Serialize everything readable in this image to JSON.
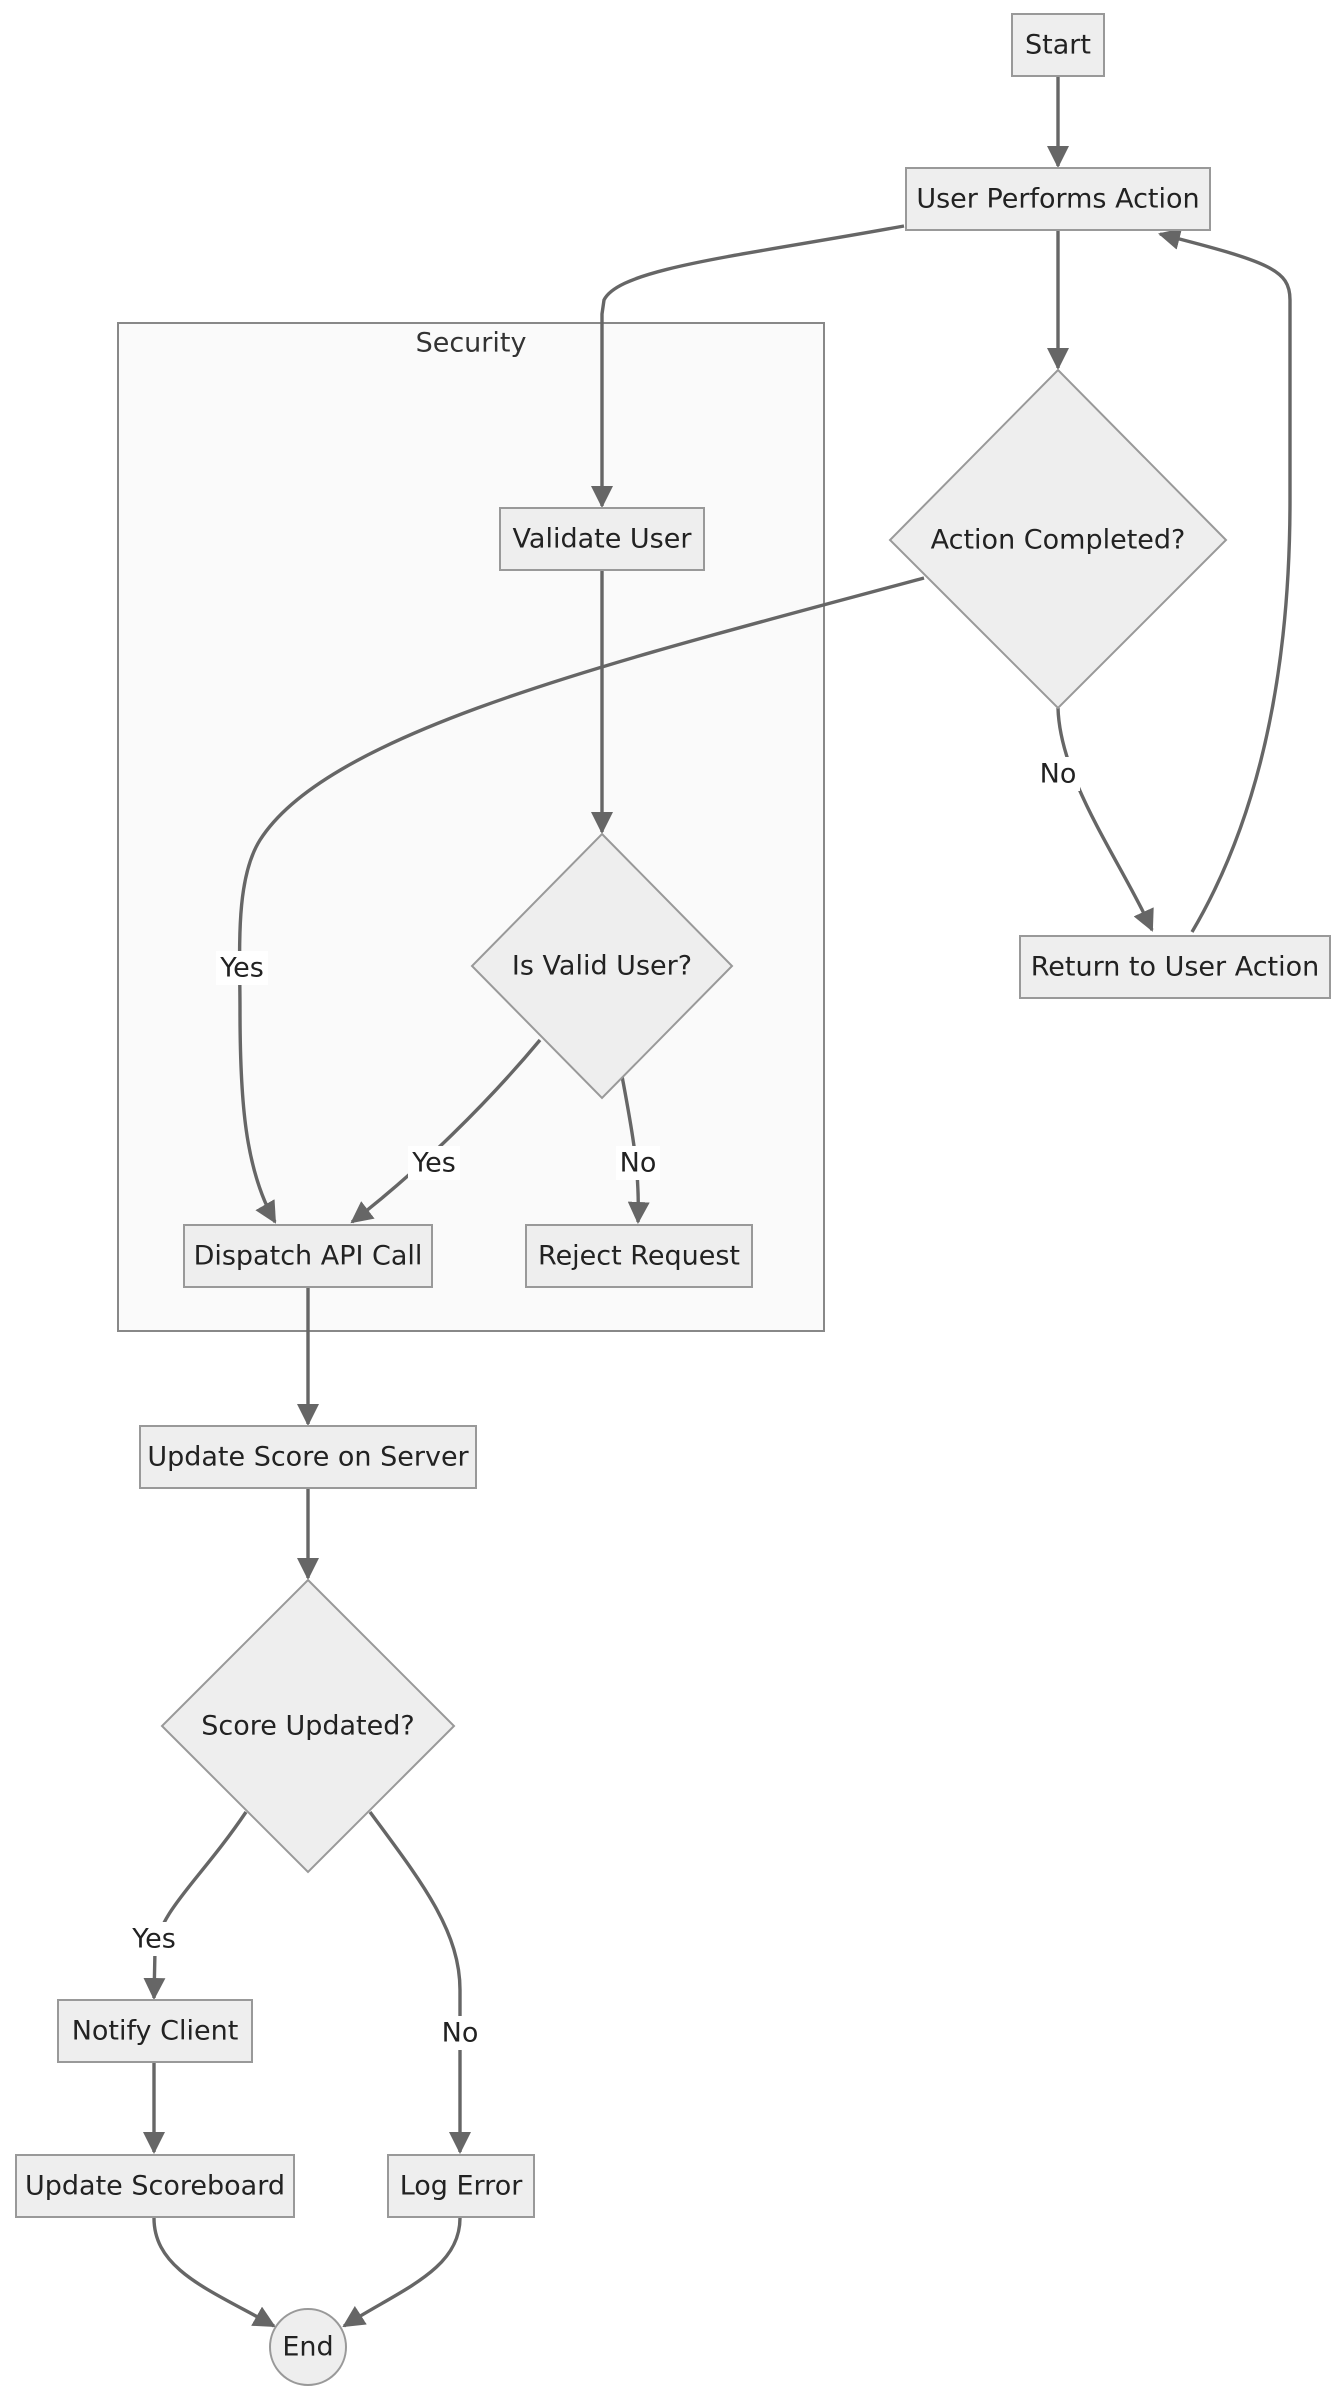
{
  "cluster": {
    "security_label": "Security"
  },
  "nodes": {
    "start": "Start",
    "user_performs_action": "User Performs Action",
    "validate_user": "Validate User",
    "action_completed": "Action Completed?",
    "is_valid_user": "Is Valid User?",
    "return_to_user_action": "Return to User Action",
    "dispatch_api_call": "Dispatch API Call",
    "reject_request": "Reject Request",
    "update_score_on_server": "Update Score on Server",
    "score_updated": "Score Updated?",
    "notify_client": "Notify Client",
    "update_scoreboard": "Update Scoreboard",
    "log_error": "Log Error",
    "end": "End"
  },
  "edge_labels": {
    "action_completed_no": "No",
    "action_completed_yes": "Yes",
    "is_valid_user_yes": "Yes",
    "is_valid_user_no": "No",
    "score_updated_yes": "Yes",
    "score_updated_no": "No"
  },
  "colors": {
    "node_fill": "#eeeeee",
    "node_stroke": "#999999",
    "edge_stroke": "#666666",
    "cluster_fill": "#fafafa"
  }
}
